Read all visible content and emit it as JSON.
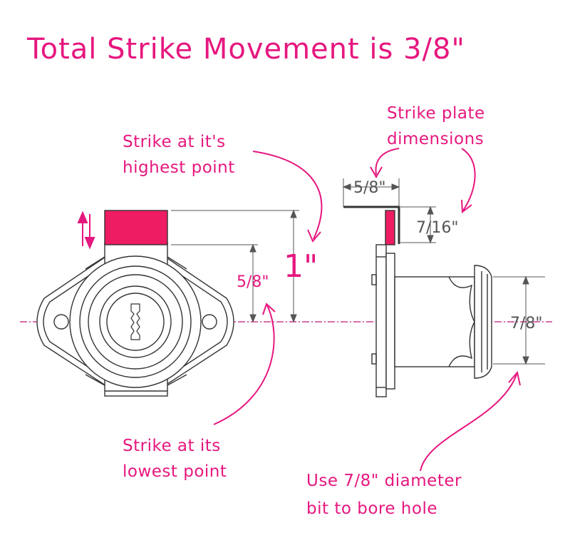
{
  "title": "Total Strike Movement is 3/8\"",
  "notes": {
    "highest_line1": "Strike at it's",
    "highest_line2": "highest point",
    "lowest_line1": "Strike at its",
    "lowest_line2": "lowest point",
    "plate_line1": "Strike plate",
    "plate_line2": "dimensions",
    "bore_line1": "Use 7/8\" diameter",
    "bore_line2": "bit to bore hole"
  },
  "dimensions": {
    "travel": "1\"",
    "lowest_offset": "5/8\"",
    "plate_width": "5/8\"",
    "plate_height": "7/16\"",
    "bore_diameter": "7/8\""
  },
  "colors": {
    "accent": "#e6177f",
    "strike_fill": "#ee1c62",
    "line": "#333333",
    "dim_line": "#555555"
  },
  "icons": {
    "movement_arrows": "up-down-arrows-icon",
    "keyway": "key-cylinder-icon"
  }
}
